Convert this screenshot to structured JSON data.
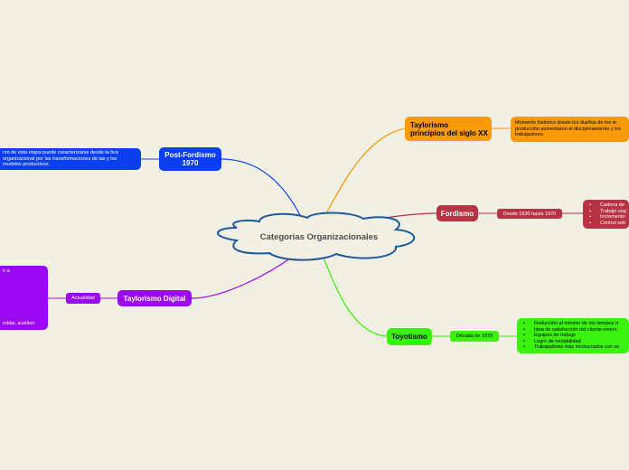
{
  "central": {
    "label": "Categorias Organizacionales"
  },
  "taylorismo": {
    "title": "Taylorismo\nprincipios del siglo XX",
    "note": "Momento histórico donde los dueños de los m producción aumentaron el disciplinamiento y los trabajadores.",
    "color": "#f99a0a"
  },
  "fordismo": {
    "title": "Fordismo",
    "period": "Desde 1930 hasta 1970",
    "items": [
      "Cadena de",
      "Trabajo seg",
      "Incremento",
      "Control sob"
    ],
    "color": "#b73242"
  },
  "toyotismo": {
    "title": "Toyotismo",
    "period": "Década de 1970",
    "items": [
      "Reducción al mínimo de los tiempos d",
      "Idea de satisfacción del cliente extern",
      "Equipos de trabajo",
      "Logro de rentabilidad",
      "Trabajadores más involucrados con su"
    ],
    "color": "#3af20c"
  },
  "postfordismo": {
    "title": "Post-Fordismo\n1970",
    "note": "rzo de esta etapa puede caracterizarse desde la tiva organizacional por las transformaciones de las y los modelos productivos.",
    "color": "#0b3ff2"
  },
  "taylorismo_digital": {
    "title": "Taylorismo Digital",
    "period": "Actualidad",
    "note_top": "n a",
    "note_bottom": "mbiar, sustituir",
    "color": "#9b08f2"
  }
}
